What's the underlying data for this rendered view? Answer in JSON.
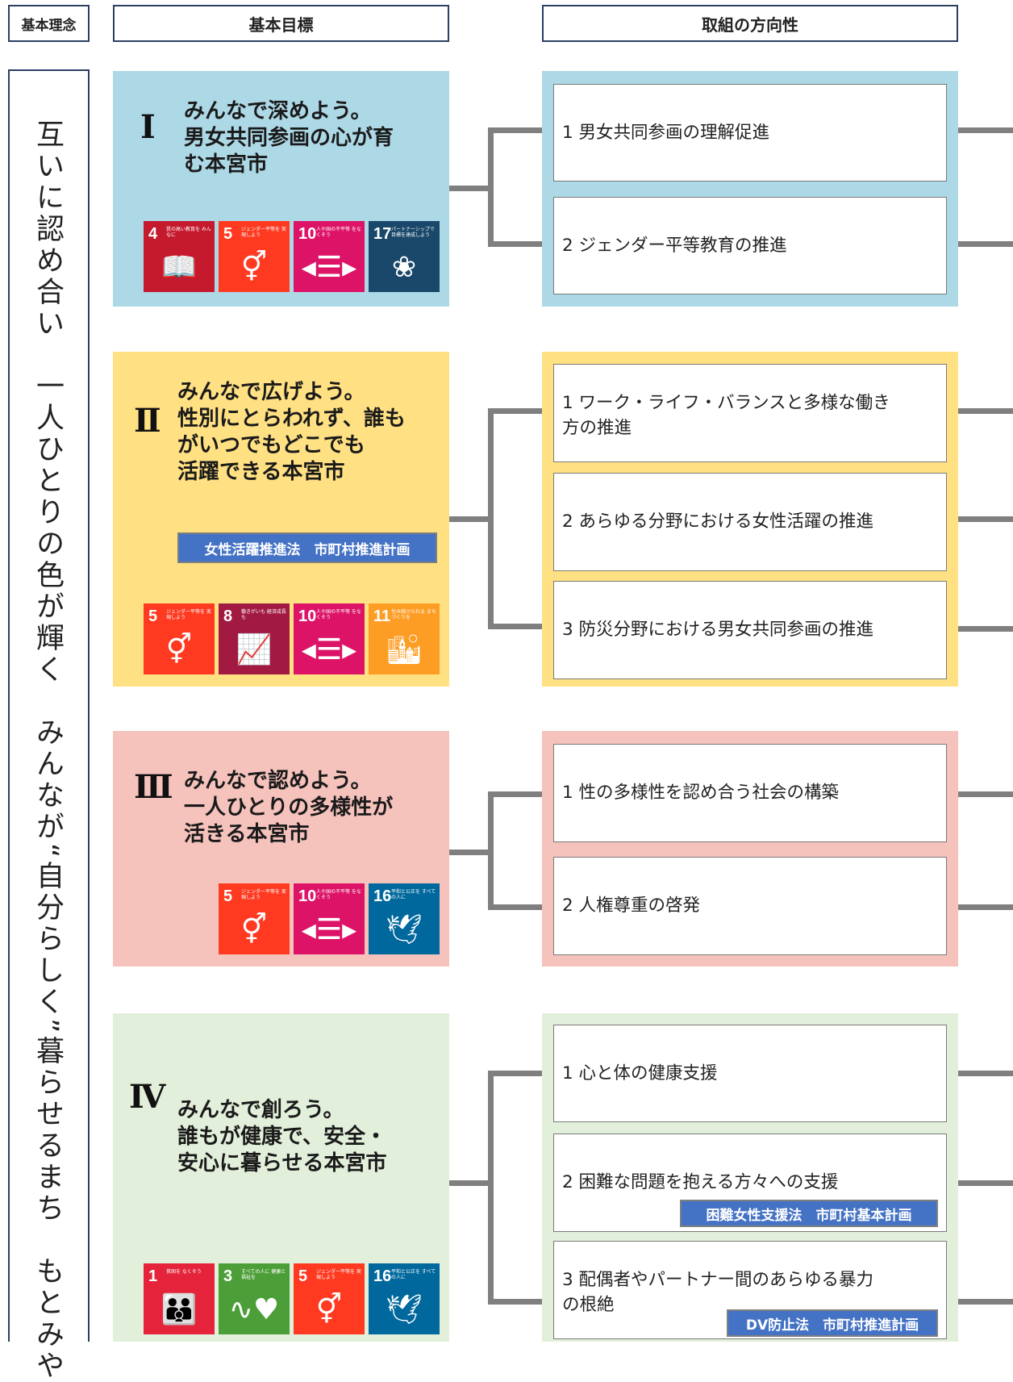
{
  "headers": {
    "philosophy": "基本理念",
    "goal": "基本目標",
    "direction": "取組の方向性"
  },
  "philosophy_text": "互いに認め合い　一人ひとりの色が輝く　みんなが“自分らしく”暮らせるまち　もとみや",
  "goals": [
    {
      "numeral": "Ⅰ",
      "title": "みんなで深めよう。\n男女共同参画の心が育\nむ本宮市",
      "color": "#add8e6",
      "sdgs": [
        {
          "num": "4",
          "caption": "質の高い教育を みんなに",
          "color": "#c5192d",
          "icon": "book-icon"
        },
        {
          "num": "5",
          "caption": "ジェンダー平等を 実現しよう",
          "color": "#ff3a21",
          "icon": "gender-icon"
        },
        {
          "num": "10",
          "caption": "人や国の不平等 をなくそう",
          "color": "#dd1367",
          "icon": "equality-icon"
        },
        {
          "num": "17",
          "caption": "パートナーシップで 目標を達成しよう",
          "color": "#19486a",
          "icon": "partnership-icon"
        }
      ],
      "directions": [
        {
          "text": "1  男女共同参画の理解促進"
        },
        {
          "text": "2  ジェンダー平等教育の推進"
        }
      ]
    },
    {
      "numeral": "Ⅱ",
      "title": "みんなで広げよう。\n性別にとらわれず、誰も\nがいつでもどこでも\n活躍できる本宮市",
      "color": "#ffe083",
      "law": "女性活躍推進法　市町村推進計画",
      "sdgs": [
        {
          "num": "5",
          "caption": "ジェンダー平等を 実現しよう",
          "color": "#ff3a21",
          "icon": "gender-icon"
        },
        {
          "num": "8",
          "caption": "働きがいも 経済成長も",
          "color": "#a21942",
          "icon": "growth-icon"
        },
        {
          "num": "10",
          "caption": "人や国の不平等 をなくそう",
          "color": "#dd1367",
          "icon": "equality-icon"
        },
        {
          "num": "11",
          "caption": "住み続けられる まちづくりを",
          "color": "#fd9d24",
          "icon": "city-icon"
        }
      ],
      "directions": [
        {
          "text": "1  ワーク・ライフ・バランスと多様な働き\n    方の推進"
        },
        {
          "text": "2  あらゆる分野における女性活躍の推進"
        },
        {
          "text": "3  防災分野における男女共同参画の推進"
        }
      ]
    },
    {
      "numeral": "Ⅲ",
      "title": "みんなで認めよう。\n一人ひとりの多様性が\n活きる本宮市",
      "color": "#f5c2bc",
      "sdgs": [
        {
          "num": "5",
          "caption": "ジェンダー平等を 実現しよう",
          "color": "#ff3a21",
          "icon": "gender-icon"
        },
        {
          "num": "10",
          "caption": "人や国の不平等 をなくそう",
          "color": "#dd1367",
          "icon": "equality-icon"
        },
        {
          "num": "16",
          "caption": "平和と公正を すべての人に",
          "color": "#00689d",
          "icon": "dove-icon"
        }
      ],
      "directions": [
        {
          "text": "1  性の多様性を認め合う社会の構築"
        },
        {
          "text": "2  人権尊重の啓発"
        }
      ]
    },
    {
      "numeral": "Ⅳ",
      "title": "みんなで創ろう。\n誰もが健康で、安全・\n安心に暮らせる本宮市",
      "color": "#e2efda",
      "sdgs": [
        {
          "num": "1",
          "caption": "貧困を なくそう",
          "color": "#e5243b",
          "icon": "people-icon"
        },
        {
          "num": "3",
          "caption": "すべての人に 健康と福祉を",
          "color": "#4c9f38",
          "icon": "heartbeat-icon"
        },
        {
          "num": "5",
          "caption": "ジェンダー平等を 実現しよう",
          "color": "#ff3a21",
          "icon": "gender-icon"
        },
        {
          "num": "16",
          "caption": "平和と公正を すべての人に",
          "color": "#00689d",
          "icon": "dove-icon"
        }
      ],
      "directions": [
        {
          "text": "1  心と体の健康支援"
        },
        {
          "text": "2  困難な問題を抱える方々への支援",
          "law": "困難女性支援法　市町村基本計画"
        },
        {
          "text": "3  配偶者やパートナー間のあらゆる暴力\n    の根絶",
          "law": "DV防止法　市町村推進計画"
        }
      ]
    }
  ]
}
